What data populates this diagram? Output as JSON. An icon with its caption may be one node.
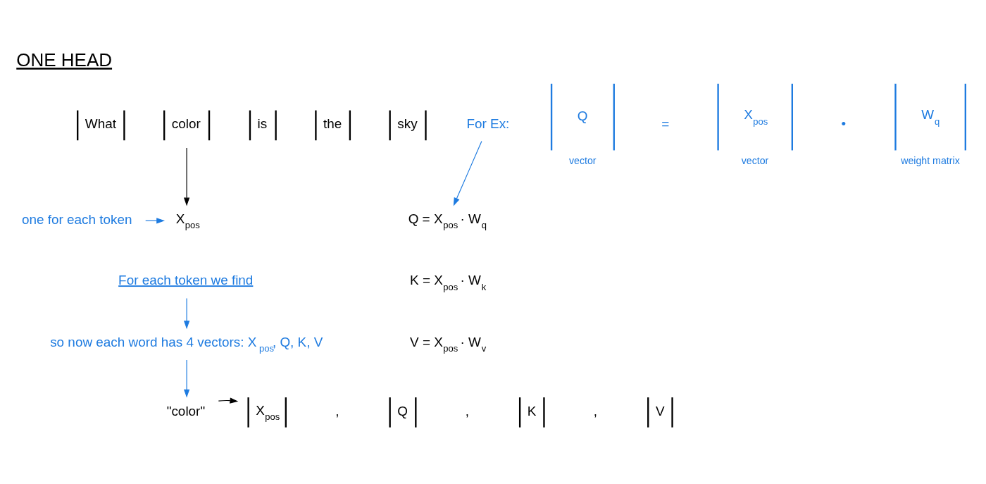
{
  "diagram": {
    "title": "ONE HEAD",
    "nodes": [
      {
        "text": [
          "What"
        ]
      },
      {
        "text": [
          "color"
        ]
      },
      {
        "text": [
          "is"
        ]
      },
      {
        "text": [
          "the"
        ]
      },
      {
        "text": [
          "sky"
        ]
      },
      {
        "text": [
          "X$_{pos}$"
        ]
      },
      {
        "text": [
          "one for each token"
        ]
      },
      {
        "text": [
          "For each token we find"
        ]
      },
      {
        "text": [
          "so now each word has 4 vectors: X$_{pos}$, Q, K, V"
        ]
      },
      {
        "text": [
          "\"color\""
        ]
      },
      {
        "text": [
          "X$_{pos}$"
        ]
      },
      {
        "text": [
          "Q"
        ]
      },
      {
        "text": [
          "K"
        ]
      },
      {
        "text": [
          "V"
        ]
      },
      {
        "text": [
          "Q = X$_{pos}$ · W$_{q}$"
        ]
      },
      {
        "text": [
          "K = X$_{pos}$ · W$_{k}$"
        ]
      },
      {
        "text": [
          "V = X$_{pos}$ · W$_{v}$"
        ]
      },
      {
        "text": [
          "For Ex:"
        ]
      },
      {
        "text": [
          "Q",
          "vector"
        ]
      },
      {
        "text": [
          "X$_{pos}$",
          "vector"
        ]
      },
      {
        "text": [
          "W$_{q}$",
          "weight matrix"
        ]
      }
    ],
    "edges": [
      {
        "from": 1,
        "to": 5,
        "arrow": "to",
        "color": "#000000"
      },
      {
        "from": 6,
        "to": 5,
        "arrow": "to"
      },
      {
        "from": 7,
        "to": 8,
        "arrow": "to"
      },
      {
        "from": 8,
        "to": 9,
        "arrow": "to"
      },
      {
        "from": 9,
        "to": 10,
        "arrow": "to",
        "color": "#000000"
      },
      {
        "from": 17,
        "to": 14,
        "arrow": "to"
      }
    ],
    "labels": [
      "=",
      "•",
      ",",
      ",",
      ","
    ]
  }
}
